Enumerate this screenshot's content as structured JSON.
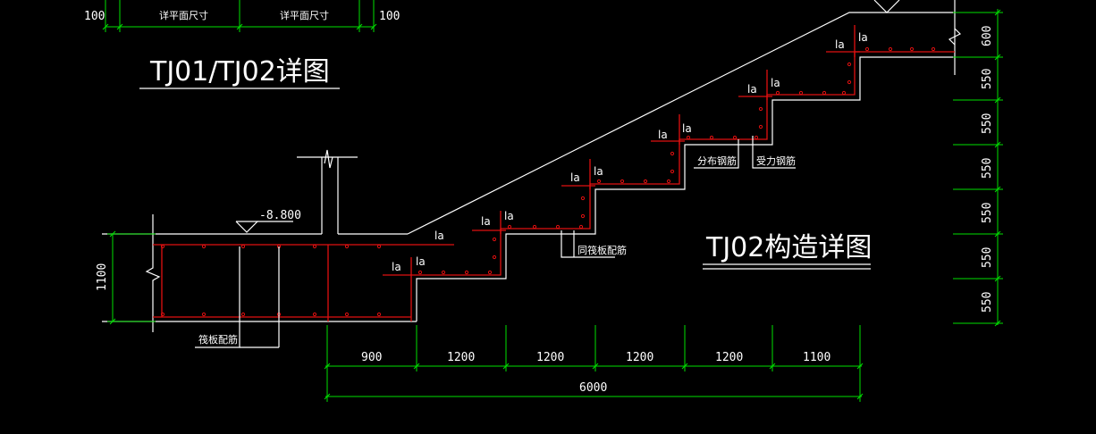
{
  "drawing": {
    "title_detail": "TJ01/TJ02详图",
    "title_construction": "TJ02构造详图",
    "elevation": "-8.800",
    "top_dims": [
      "100",
      "详平面尺寸",
      "详平面尺寸",
      "100"
    ],
    "left_dim": "1100",
    "bottom_dims": [
      "900",
      "1200",
      "1200",
      "1200",
      "1200",
      "1100"
    ],
    "bottom_total": "6000",
    "right_dims": [
      "600",
      "550",
      "550",
      "550",
      "550",
      "550",
      "550"
    ],
    "notes": {
      "raft_rebar": "筏板配筋",
      "distribution_rebar": "分布钢筋",
      "stress_rebar": "受力钢筋",
      "same_raft_rebar": "同筏板配筋"
    },
    "anchor_label": "la",
    "colors": {
      "background": "#000000",
      "outline": "#ffffff",
      "dimension": "#00e000",
      "rebar": "#e01010",
      "text": "#ffffff"
    }
  }
}
